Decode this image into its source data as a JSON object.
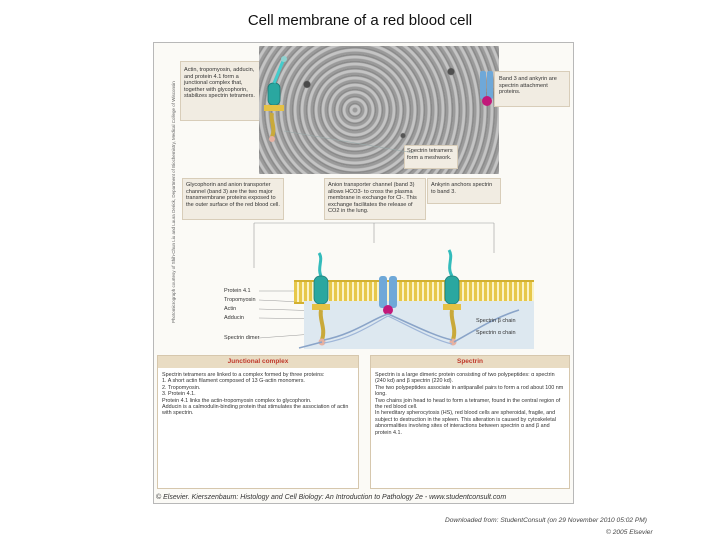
{
  "page": {
    "title": "Cell membrane of a red blood cell",
    "download_note": "Downloaded from: StudentConsult (on 29 November 2010 05:02 PM)",
    "copyright": "© 2005 Elsevier"
  },
  "figure": {
    "side_credit": "Photomicrograph courtesy of Shih-Chun Liu and Laura Derick, Department of Biochemistry, Medical College of Wisconsin",
    "footer": "© Elsevier. Kierszenbaum: Histology and Cell Biology: An Introduction to Pathology 2e - www.studentconsult.com",
    "notes": {
      "junctional": "Actin, tropomyosin, adducin, and protein 4.1 form a junctional complex that, together with glycophorin, stabilizes spectrin tetramers.",
      "band3": "Band 3 and ankyrin are spectrin attachment proteins.",
      "meshwork": "Spectrin tetramers form a meshwork.",
      "glycophorin": "Glycophorin and anion transporter channel (band 3) are the two major transmembrane proteins exposed to the outer surface of the red blood cell.",
      "anion": "Anion transporter channel (band 3) allows HCO3- to cross the plasma membrane in exchange for Cl-. This exchange facilitates the release of CO2 in the lung.",
      "ankyrin": "Ankyrin anchors spectrin to band 3."
    },
    "left_labels": [
      "Protein 4.1",
      "Tropomyosin",
      "Actin",
      "Adducin",
      "Spectrin dimer"
    ],
    "right_labels": [
      "Spectrin β chain",
      "Spectrin α chain"
    ],
    "panels": {
      "junctional": {
        "title": "Junctional complex",
        "lines": [
          "Spectrin tetramers are linked to a complex formed by three proteins:",
          "1. A short actin filament composed of 13 G-actin monomers.",
          "2. Tropomyosin.",
          "3. Protein 4.1.",
          "Protein 4.1 links the actin-tropomyosin complex to glycophorin.",
          "Adducin is a calmodulin-binding protein that stimulates the association of actin with spectrin."
        ]
      },
      "spectrin": {
        "title": "Spectrin",
        "lines": [
          "Spectrin is a large dimeric protein consisting of two polypeptides: α spectrin (240 kd) and β spectrin (220 kd).",
          "The two polypeptides associate in antiparallel pairs to form a rod about 100 nm long.",
          "Two chains join head to head to form a tetramer, found in the central region of the red blood cell.",
          "In hereditary spherocytosis (HS), red blood cells are spheroidal, fragile, and subject to destruction in the spleen. This alteration is caused by cytoskeletal abnormalities involving sites of interactions between spectrin α and β and protein 4.1."
        ]
      }
    }
  }
}
